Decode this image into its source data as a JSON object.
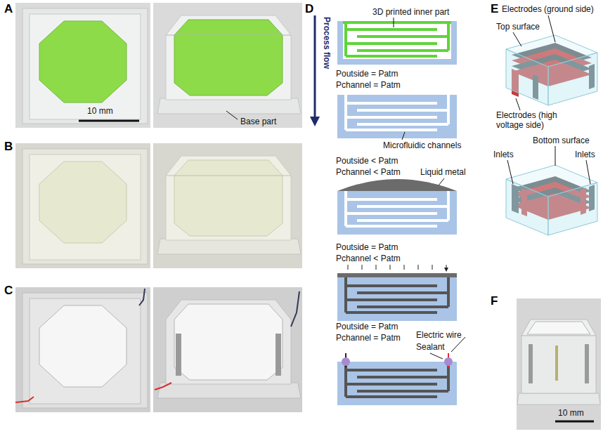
{
  "diagram": {
    "labels": [
      "A",
      "10 mm",
      "Base part",
      "B",
      "C",
      "D",
      "Process flow",
      "3D printed inner part",
      "Poutside = Patm",
      "Pchannel = Patm",
      "Microfluidic channels",
      "Poutside < Patm",
      "Pchannel < Patm",
      "Liquid metal",
      "Poutside = Patm",
      "Pchannel < Patm",
      "Poutside = Patm",
      "Pchannel = Patm",
      "Electric wire",
      "Sealant",
      "E",
      "Electrodes (ground side)",
      "Top surface",
      "Electrodes (high voltage side)",
      "Bottom surface",
      "Inlets",
      "Inlets",
      "F",
      "10 mm"
    ]
  }
}
